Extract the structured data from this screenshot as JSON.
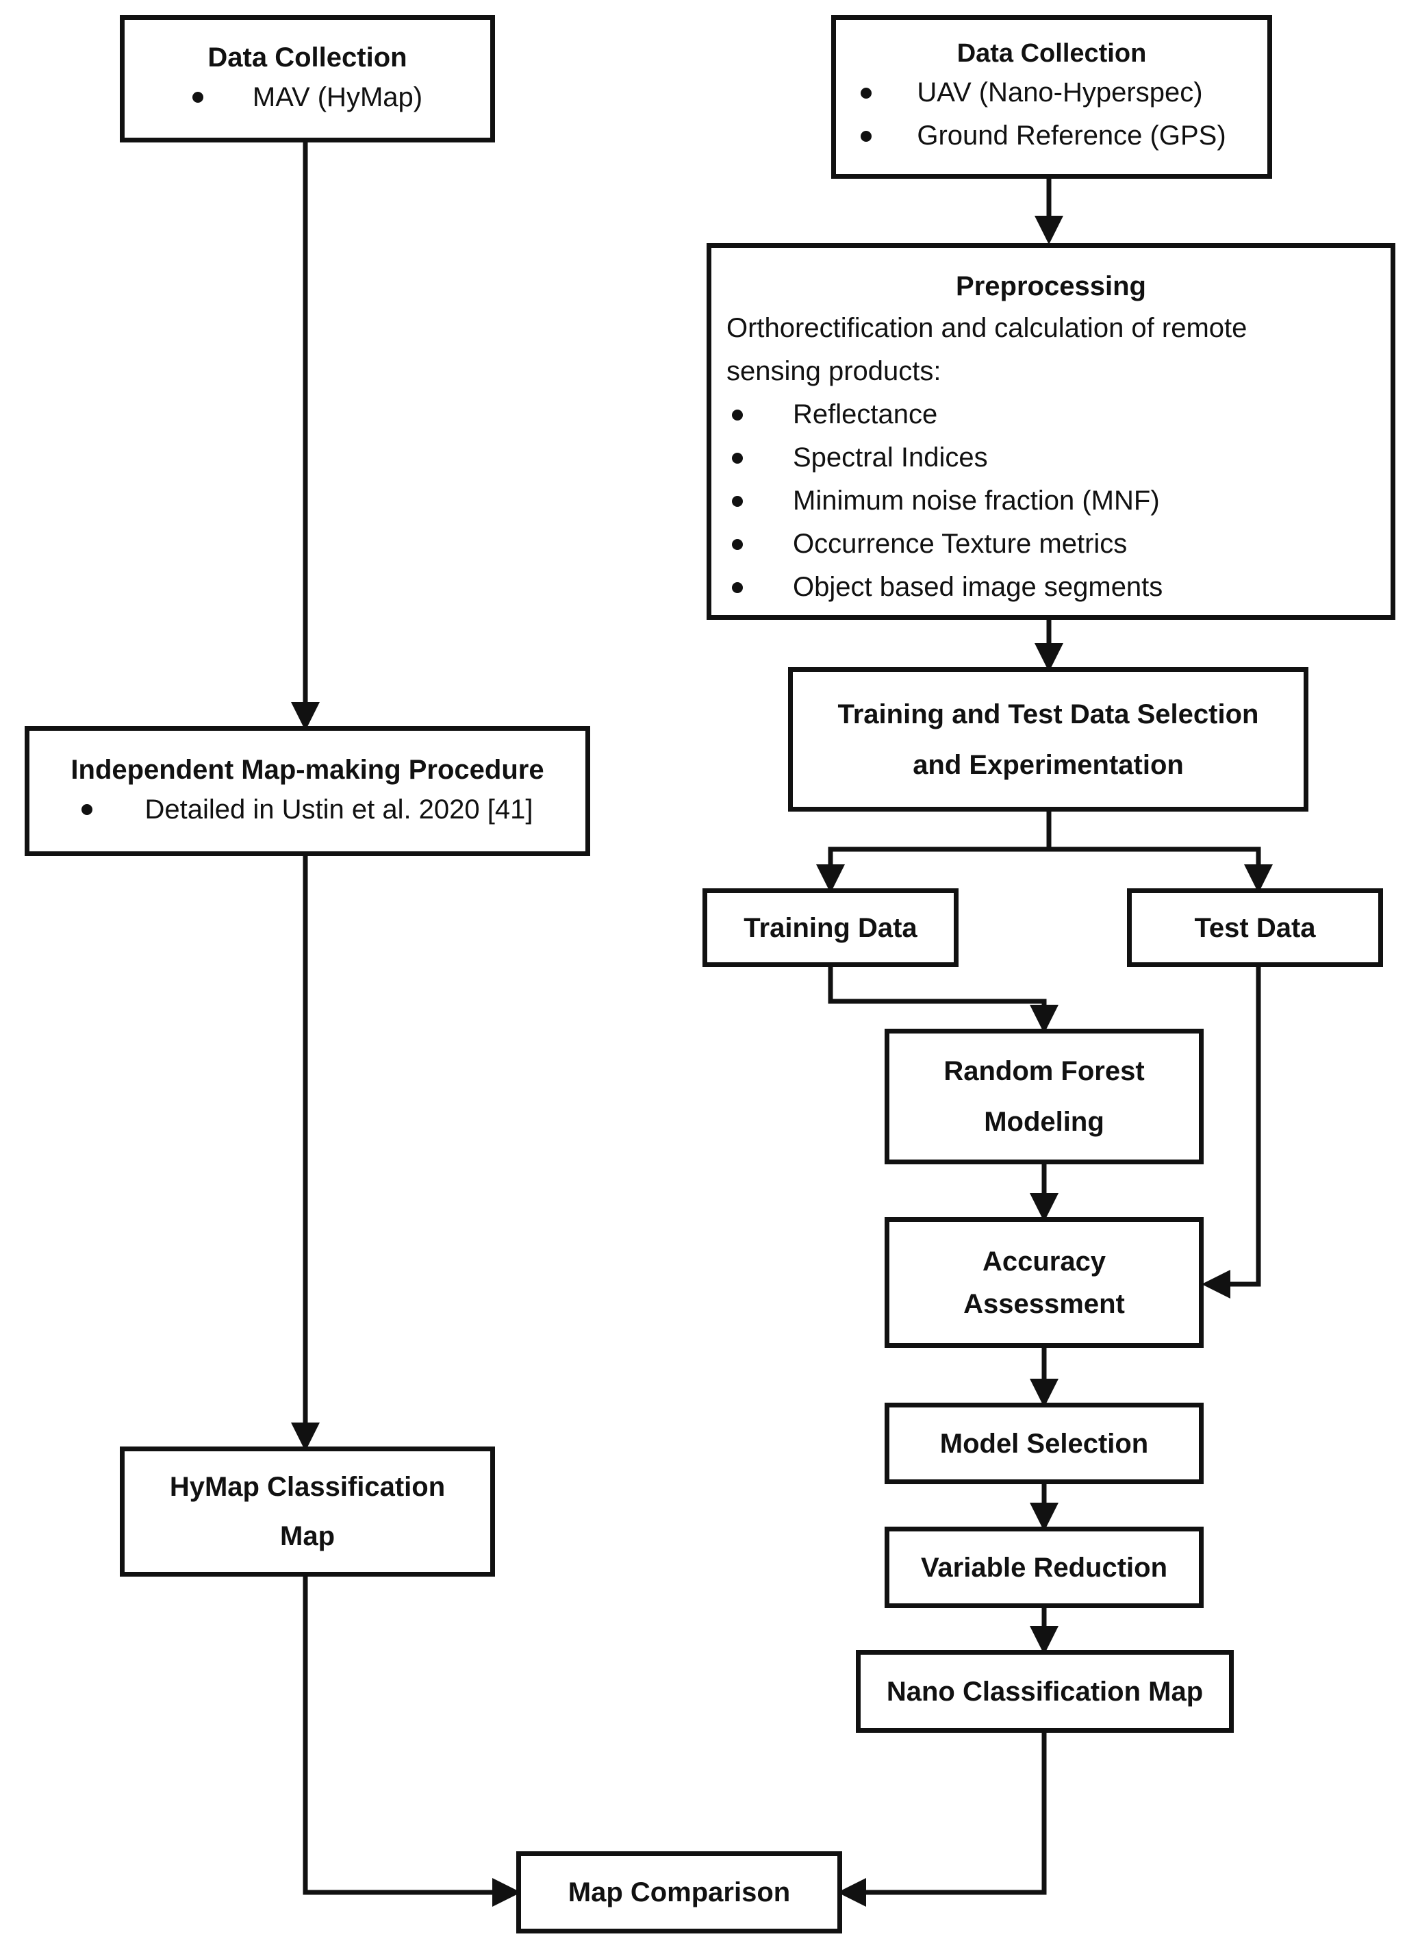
{
  "left": {
    "data_collection": {
      "title": "Data Collection",
      "items": [
        "MAV (HyMap)"
      ]
    },
    "independent": {
      "title": "Independent Map-making Procedure",
      "items": [
        "Detailed in Ustin et al. 2020 [41]"
      ]
    },
    "hymap_map": {
      "line1": "HyMap Classification",
      "line2": "Map"
    }
  },
  "right": {
    "data_collection": {
      "title": "Data Collection",
      "items": [
        "UAV (Nano-Hyperspec)",
        "Ground Reference (GPS)"
      ]
    },
    "preprocessing": {
      "title": "Preprocessing",
      "text1": "Orthorectification and calculation of remote",
      "text2": "sensing products:",
      "items": [
        "Reflectance",
        "Spectral Indices",
        "Minimum noise fraction (MNF)",
        "Occurrence Texture metrics",
        "Object based image segments"
      ]
    },
    "training_test": {
      "line1": "Training and Test Data Selection",
      "line2": "and Experimentation"
    },
    "training_data": "Training Data",
    "test_data": "Test Data",
    "random_forest": {
      "line1": "Random Forest",
      "line2": "Modeling"
    },
    "accuracy": {
      "line1": "Accuracy",
      "line2": "Assessment"
    },
    "model_selection": "Model Selection",
    "variable_reduction": "Variable Reduction",
    "nano_map": "Nano Classification Map"
  },
  "map_comparison": "Map Comparison"
}
